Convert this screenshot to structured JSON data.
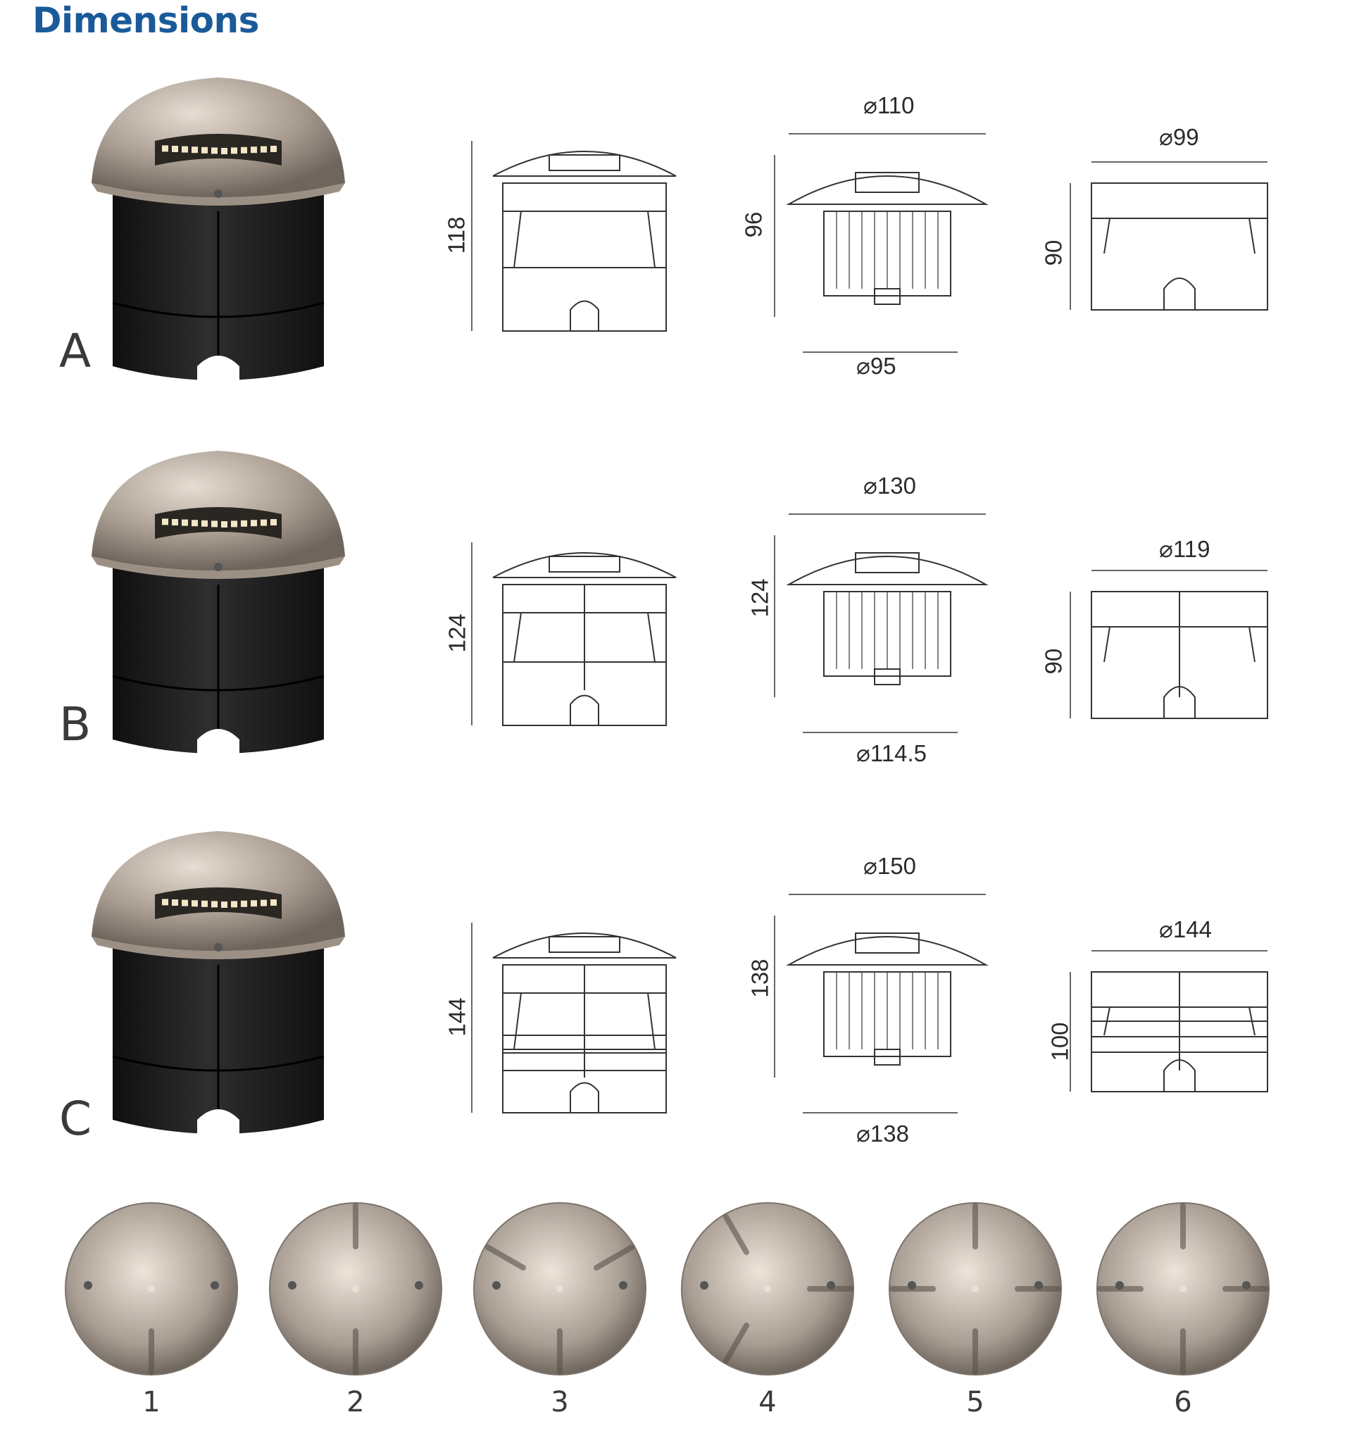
{
  "page": {
    "title": "Dimensions"
  },
  "variants": [
    {
      "letter": "A",
      "side_view": {
        "height": "118"
      },
      "section_view": {
        "height": "96",
        "top_diameter": "⌀110",
        "bottom_diameter": "⌀95"
      },
      "housing_view": {
        "height": "90",
        "diameter": "⌀99"
      }
    },
    {
      "letter": "B",
      "side_view": {
        "height": "124"
      },
      "section_view": {
        "height": "124",
        "top_diameter": "⌀130",
        "bottom_diameter": "⌀114.5"
      },
      "housing_view": {
        "height": "90",
        "diameter": "⌀119"
      }
    },
    {
      "letter": "C",
      "side_view": {
        "height": "144"
      },
      "section_view": {
        "height": "138",
        "top_diameter": "⌀150",
        "bottom_diameter": "⌀138"
      },
      "housing_view": {
        "height": "100",
        "diameter": "⌀144"
      }
    }
  ],
  "covers": [
    {
      "label": "1",
      "openings": 1
    },
    {
      "label": "2",
      "openings": 2
    },
    {
      "label": "3",
      "openings": 3
    },
    {
      "label": "4",
      "openings": 3
    },
    {
      "label": "5",
      "openings": 4
    },
    {
      "label": "6",
      "openings": 4
    }
  ],
  "colors": {
    "heading": "#1a5a99",
    "line": "#333333",
    "steel": "#b8ada3",
    "black_body": "#1c1c1c"
  }
}
